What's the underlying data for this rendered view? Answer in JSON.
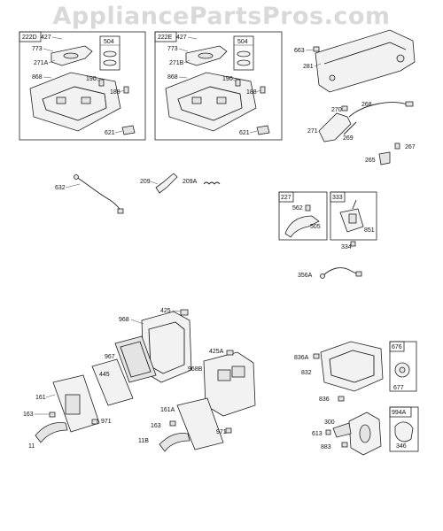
{
  "header": {
    "watermark": "AppliancePartsPros.com"
  },
  "groups": [
    {
      "id": "222D",
      "parts": [
        "427",
        "773",
        "271A",
        "868",
        "190",
        "188",
        "621"
      ],
      "subgroup": "504"
    },
    {
      "id": "222E",
      "parts": [
        "427",
        "773",
        "271B",
        "868",
        "190",
        "188",
        "621"
      ],
      "subgroup": "504"
    },
    {
      "id": "227",
      "parts": [
        "562",
        "505"
      ]
    },
    {
      "id": "333",
      "parts": [
        "851"
      ]
    },
    {
      "id": "676",
      "parts": [
        "677"
      ]
    },
    {
      "id": "994A",
      "parts": [
        "346"
      ]
    }
  ],
  "labels": {
    "p663": "663",
    "p281": "281",
    "p270": "270",
    "p268": "268",
    "p271": "271",
    "p269": "269",
    "p267": "267",
    "p265": "265",
    "p632": "632",
    "p209": "209",
    "p209A": "209A",
    "p334": "334",
    "p356A": "356A",
    "p425": "425",
    "p968": "968",
    "p967": "967",
    "p445": "445",
    "p425A": "425A",
    "p968B": "968B",
    "p161": "161",
    "p163": "163",
    "p971": "971",
    "p11": "11",
    "p161A": "161A",
    "p163b": "163",
    "p971b": "971",
    "p11B": "11B",
    "p836A": "836A",
    "p832": "832",
    "p836": "836",
    "p300": "300",
    "p613": "613",
    "p883": "883"
  }
}
